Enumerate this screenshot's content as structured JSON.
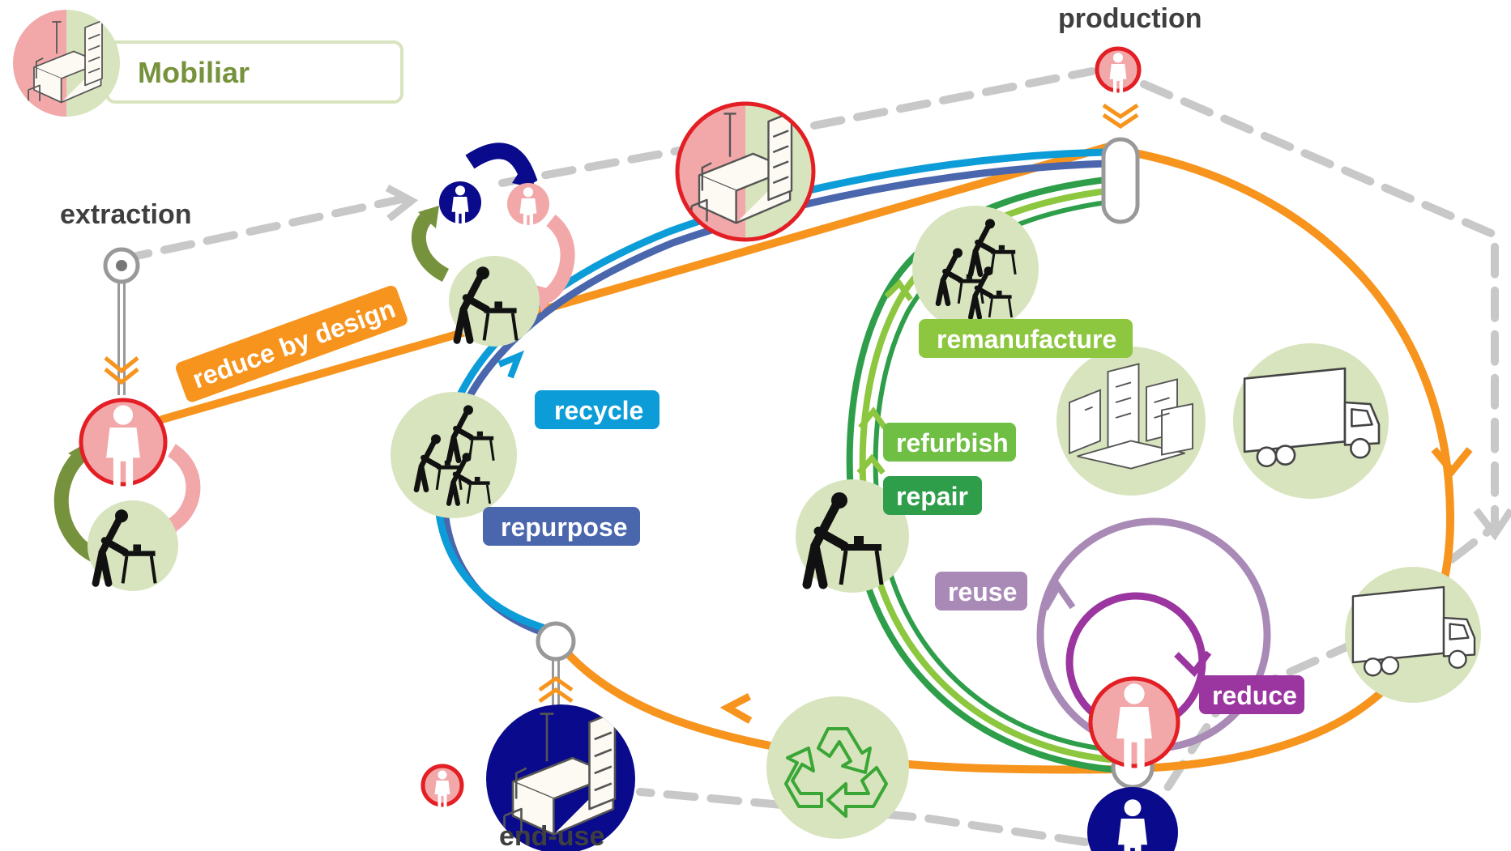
{
  "header": {
    "title": "Mobiliar"
  },
  "stages": {
    "extraction": "extraction",
    "production": "production",
    "end_use": "end-use"
  },
  "strategies": {
    "reduce_by_design": "reduce by design",
    "recycle": "recycle",
    "repurpose": "repurpose",
    "remanufacture": "remanufacture",
    "refurbish": "refurbish",
    "repair": "repair",
    "reuse": "reuse",
    "reduce": "reduce"
  },
  "colors": {
    "orange": "#f7941d",
    "cyan": "#0c9dd9",
    "blue": "#4a66ad",
    "green_light": "#8dc63f",
    "green": "#2e9e4a",
    "lavender": "#a98ab7",
    "purple": "#9b35a0",
    "olive": "#76923c",
    "pale_green": "#d7e4bd",
    "red": "#e31e24",
    "pink": "#f2a7a9",
    "navy": "#0a0a8c",
    "gray_dash": "#c8c8c8"
  },
  "icons": [
    "furniture-room-icon",
    "worker-icon",
    "workers-group-icon",
    "person-icon",
    "truck-icon",
    "recycle-icon",
    "furniture-pile-icon",
    "cycle-arrow-icon"
  ]
}
